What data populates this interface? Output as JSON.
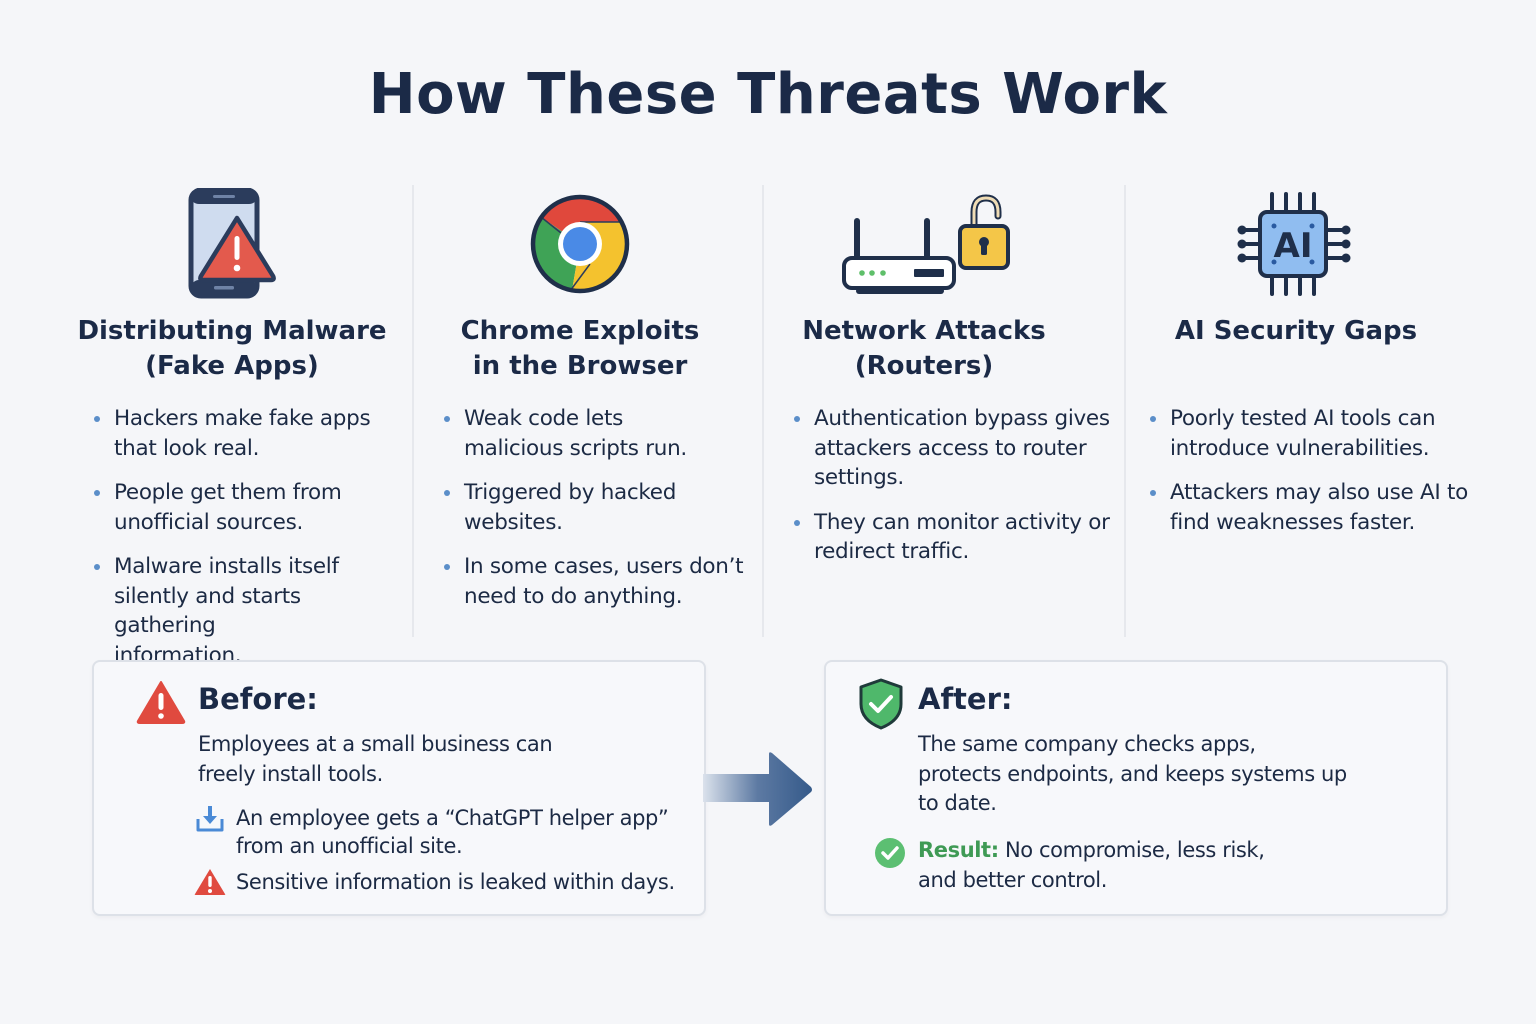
{
  "title": "How These Threats Work",
  "columns": [
    {
      "icon": "phone-warning-icon",
      "title_line1": "Distributing Malware",
      "title_line2": "(Fake Apps)",
      "bullets": [
        "Hackers make fake apps that look real.",
        "People get them from unofficial sources.",
        "Malware installs itself silently and starts gathering information."
      ]
    },
    {
      "icon": "chrome-browser-icon",
      "title_line1": "Chrome Exploits",
      "title_line2": "in the Browser",
      "bullets": [
        "Weak code lets malicious scripts run.",
        "Triggered by hacked websites.",
        "In some cases, users don’t need to do anything."
      ]
    },
    {
      "icon": "router-unlocked-icon",
      "title_line1": "Network Attacks",
      "title_line2": "(Routers)",
      "bullets": [
        "Authentication bypass gives attackers access to router settings.",
        "They can monitor activity or redirect traffic."
      ]
    },
    {
      "icon": "ai-chip-icon",
      "title_line1": "AI Security Gaps",
      "title_line2": "",
      "bullets": [
        "Poorly tested AI tools can introduce vulnerabilities.",
        "Attackers may also use AI to find weaknesses faster."
      ]
    }
  ],
  "before": {
    "heading": "Before:",
    "text_line1": "Employees at a small business can",
    "text_line2": "freely install tools.",
    "item1_line1": "An employee gets a “ChatGPT helper app”",
    "item1_line2": "from an unofficial site.",
    "item2": "Sensitive information is leaked within days."
  },
  "after": {
    "heading": "After:",
    "text_line1": "The same company checks apps,",
    "text_line2": "protects endpoints, and keeps systems up",
    "text_line3": "to date.",
    "result_label": "Result:",
    "result_line1": " No compromise, less risk,",
    "result_line2": "and better control."
  },
  "colors": {
    "title": "#1b2a47",
    "warning_red": "#e04a3f",
    "success_green": "#4fb86b",
    "bullet_blue": "#5b8ec9",
    "arrow_blue": "#355a8a"
  }
}
